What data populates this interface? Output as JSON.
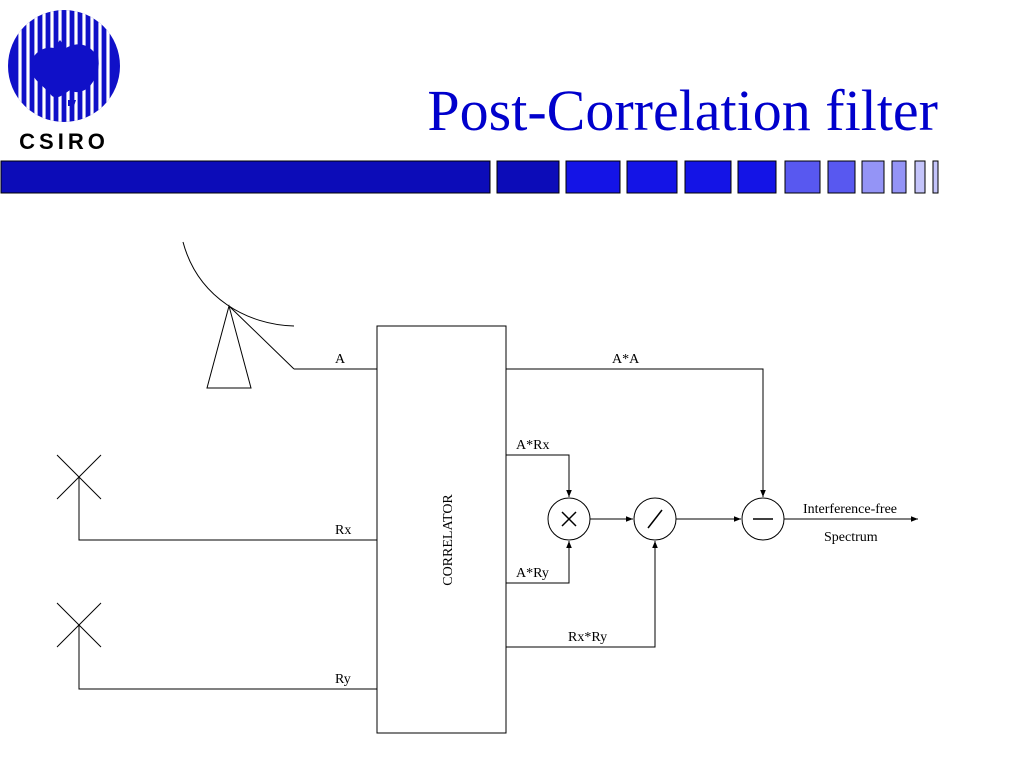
{
  "slide": {
    "title": "Post-Correlation filter"
  },
  "logo": {
    "text": "CSIRO"
  },
  "diagram": {
    "correlator_label": "CORRELATOR",
    "inputs": {
      "a": "A",
      "rx": "Rx",
      "ry": "Ry"
    },
    "products": {
      "aa": "A*A",
      "arx": "A*Rx",
      "ary": "A*Ry",
      "rxry": "Rx*Ry"
    },
    "output": {
      "line1": "Interference-free",
      "line2": "Spectrum"
    }
  },
  "colors": {
    "title": "#0000CC",
    "logo": "#1010C8",
    "bar_dark": "#0C0CB8",
    "bar_mid": "#1414E6",
    "bar_light": "#5858F0",
    "bar_pale": "#9494F6",
    "line": "#000000"
  }
}
